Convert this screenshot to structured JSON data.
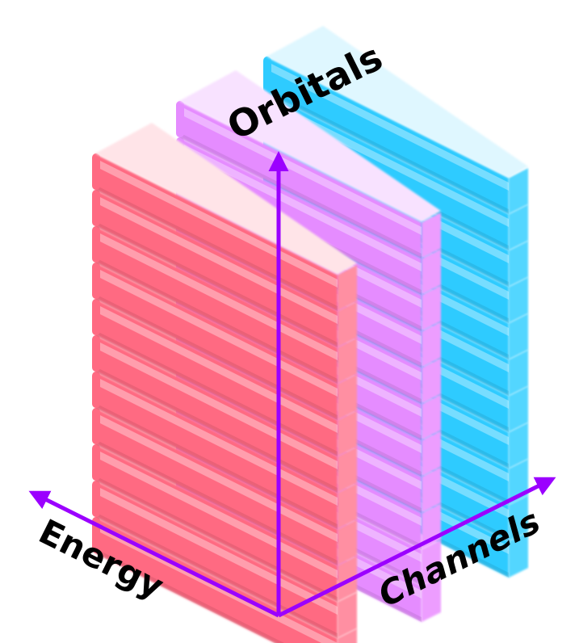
{
  "labels": {
    "orbitals": "Orbitals",
    "energy": "Energy",
    "channels": "Channels"
  },
  "colors": {
    "axis": "#9b00ff",
    "red_front": "#ff6a82",
    "red_side": "#ff8fa2",
    "red_top": "#ffe4e8",
    "purple_front": "#e58cff",
    "purple_side": "#ed9dff",
    "purple_top": "#f8e2ff",
    "blue_front": "#2ecbff",
    "blue_side": "#52d6ff",
    "blue_top": "#dff7ff"
  },
  "stacks": [
    {
      "name": "red",
      "layers": 11
    },
    {
      "name": "purple",
      "layers": 11
    },
    {
      "name": "blue",
      "layers": 11
    }
  ]
}
